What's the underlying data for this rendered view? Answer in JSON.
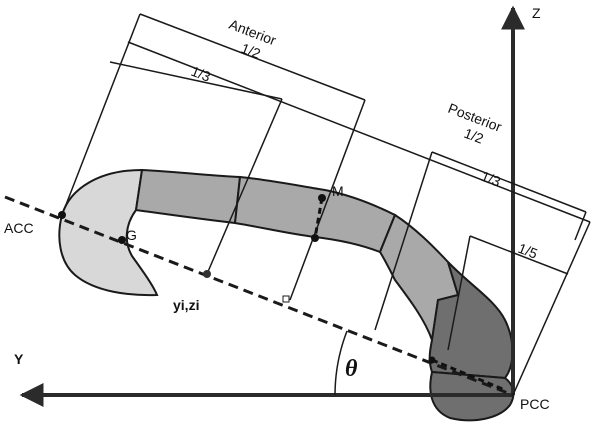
{
  "labels": {
    "z_axis": "Z",
    "y_axis": "Y",
    "acc": "ACC",
    "pcc": "PCC",
    "g": "G",
    "m": "M",
    "yizi": "yi,zi",
    "theta": "θ",
    "anterior": "Anterior",
    "anterior_half": "1/2",
    "posterior": "Posterior",
    "posterior_half": "1/2",
    "third_left": "1/3",
    "third_right": "1/3",
    "fifth": "1/5"
  },
  "colors": {
    "segment_light": "#d8d8d8",
    "segment_mid": "#a9a9a9",
    "segment_dark": "#6f6f6f",
    "stroke": "#1a1a1a",
    "axis": "#2b2b2b"
  }
}
